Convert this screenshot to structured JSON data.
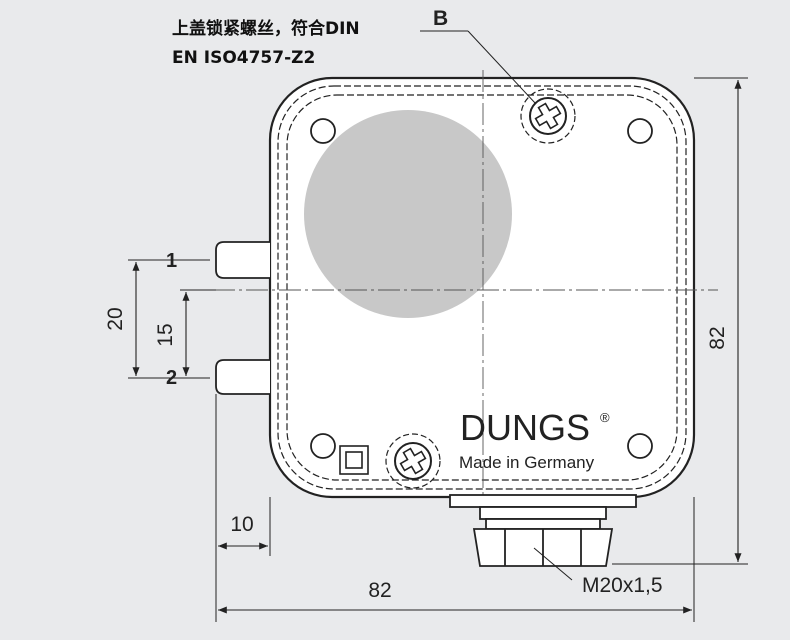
{
  "callout": {
    "line1": "上盖锁紧螺丝，符合DIN",
    "line2": "EN ISO4757-Z2",
    "marker": "B"
  },
  "ports": {
    "port1": "1",
    "port2": "2"
  },
  "dimensions": {
    "port_spacing": "20",
    "port_offset": "15",
    "height": "82",
    "port_length": "10",
    "width": "82"
  },
  "thread": "M20x1,5",
  "brand": {
    "name": "DUNGS",
    "reg": "®",
    "origin": "Made in Germany"
  },
  "colors": {
    "background": "#e9eaec",
    "body": "#ffffff",
    "line": "#222222",
    "window": "#c8c8c8"
  }
}
